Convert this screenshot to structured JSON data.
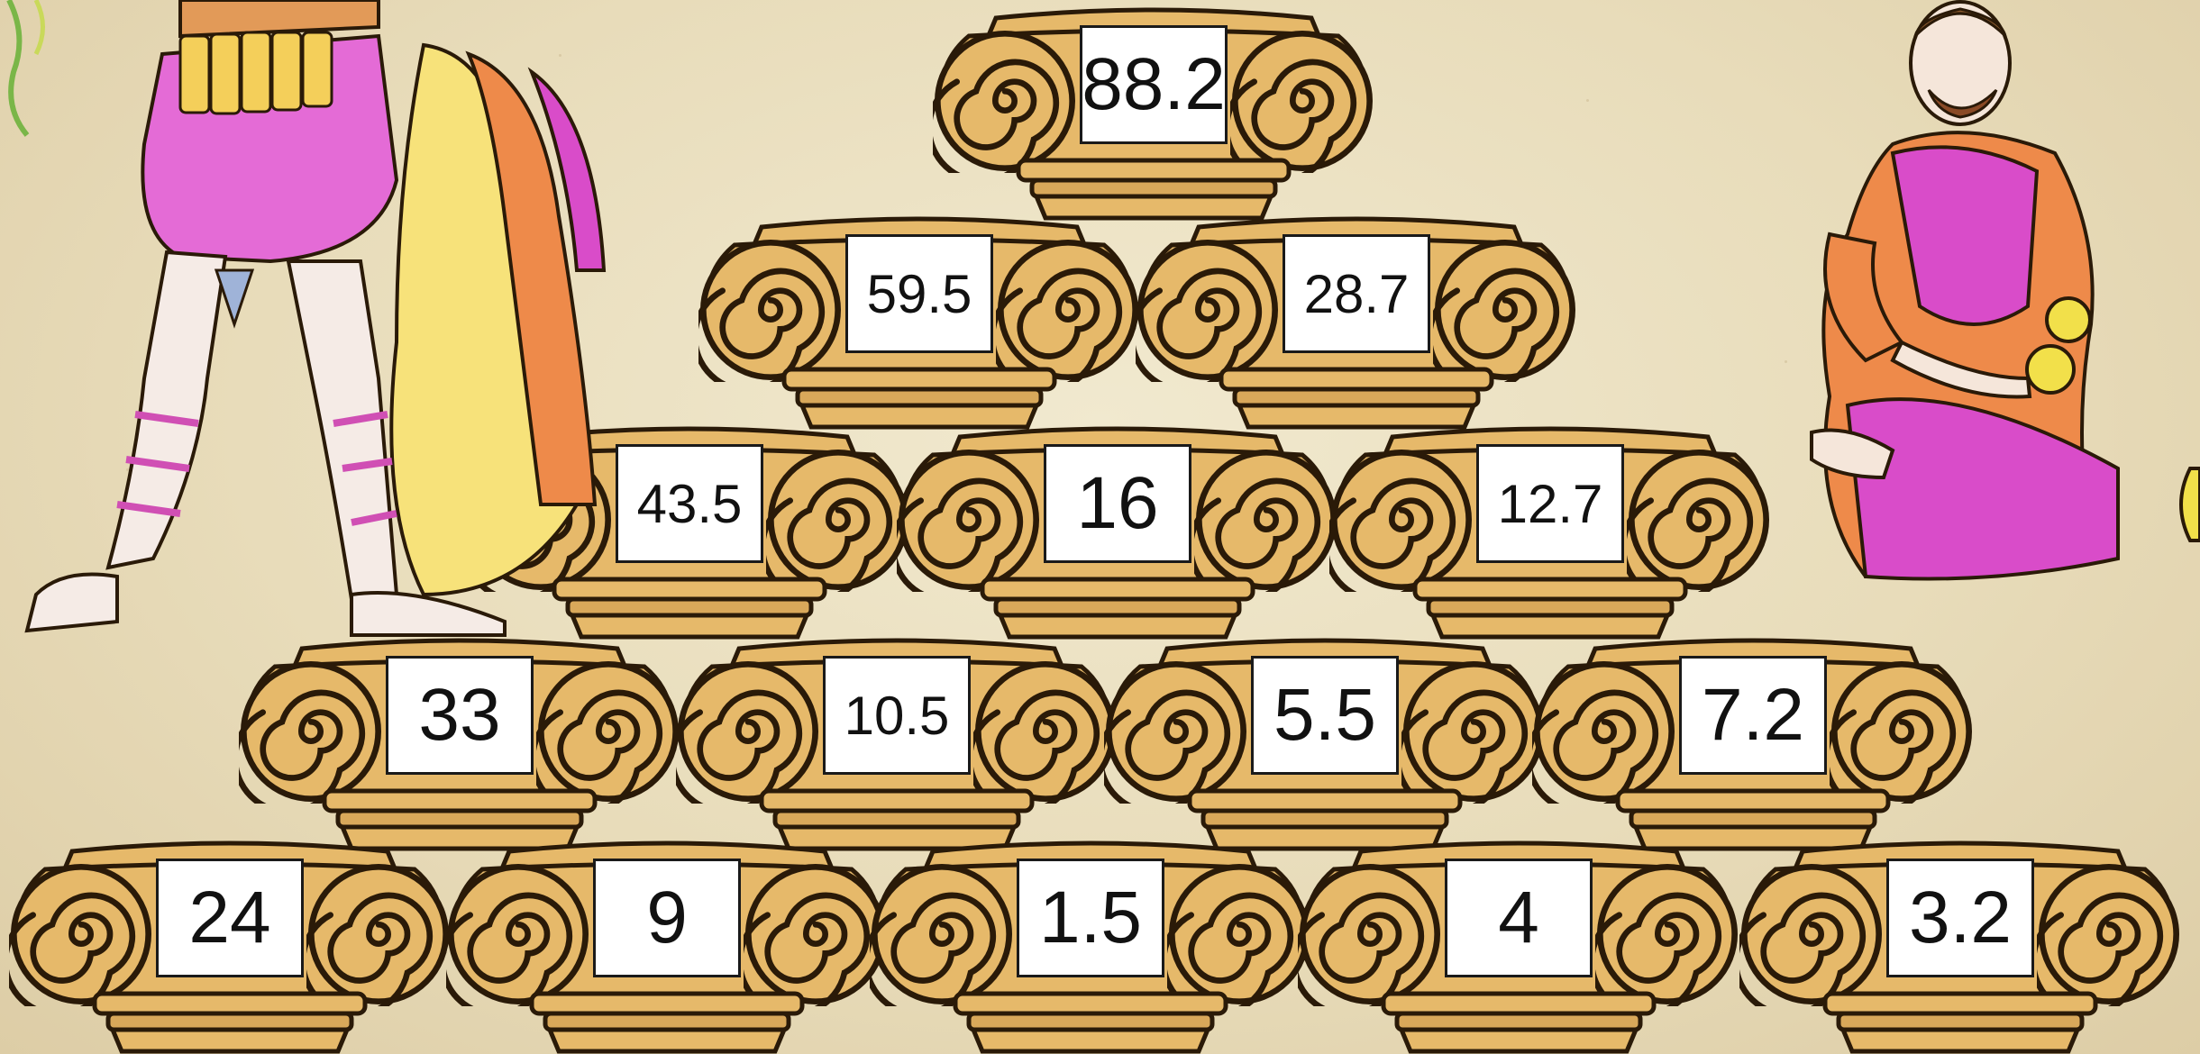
{
  "pyramid": {
    "rows": [
      [
        "88.2"
      ],
      [
        "59.5",
        "28.7"
      ],
      [
        "43.5",
        "16",
        "12.7"
      ],
      [
        "33",
        "10.5",
        "5.5",
        "7.2"
      ],
      [
        "24",
        "9",
        "1.5",
        "4",
        "3.2"
      ]
    ]
  },
  "colors": {
    "background": "#ebe0c0",
    "capital_fill": "#e6b96a",
    "capital_outline": "#2a1a08",
    "card": "#ffffff"
  },
  "figures": [
    "roman-soldier",
    "kneeling-man-with-coins"
  ]
}
